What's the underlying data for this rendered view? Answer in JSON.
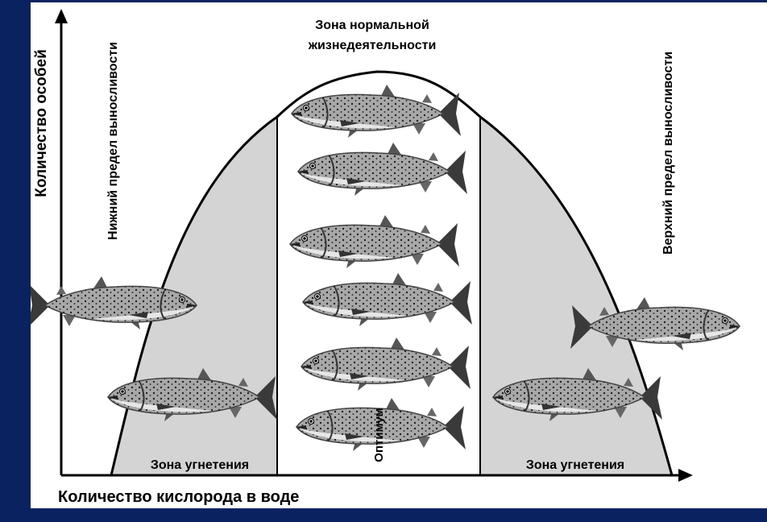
{
  "diagram": {
    "y_axis_label": "Количество особей",
    "x_axis_label": "Количество кислорода в воде",
    "top_zone_label_line1": "Зона нормальной",
    "top_zone_label_line2": "жизнедеятельности",
    "lower_limit_label": "Нижний предел выносливости",
    "upper_limit_label": "Верхний предел выносливости",
    "optimum_label": "Оптимум",
    "left_zone_label": "Зона угнетения",
    "right_zone_label": "Зона угнетения"
  },
  "colors": {
    "frame": "#0b2260",
    "stress_zone": "#d4d4d4",
    "normal_zone": "#ffffff",
    "fish_body": "#9a9a9a"
  }
}
